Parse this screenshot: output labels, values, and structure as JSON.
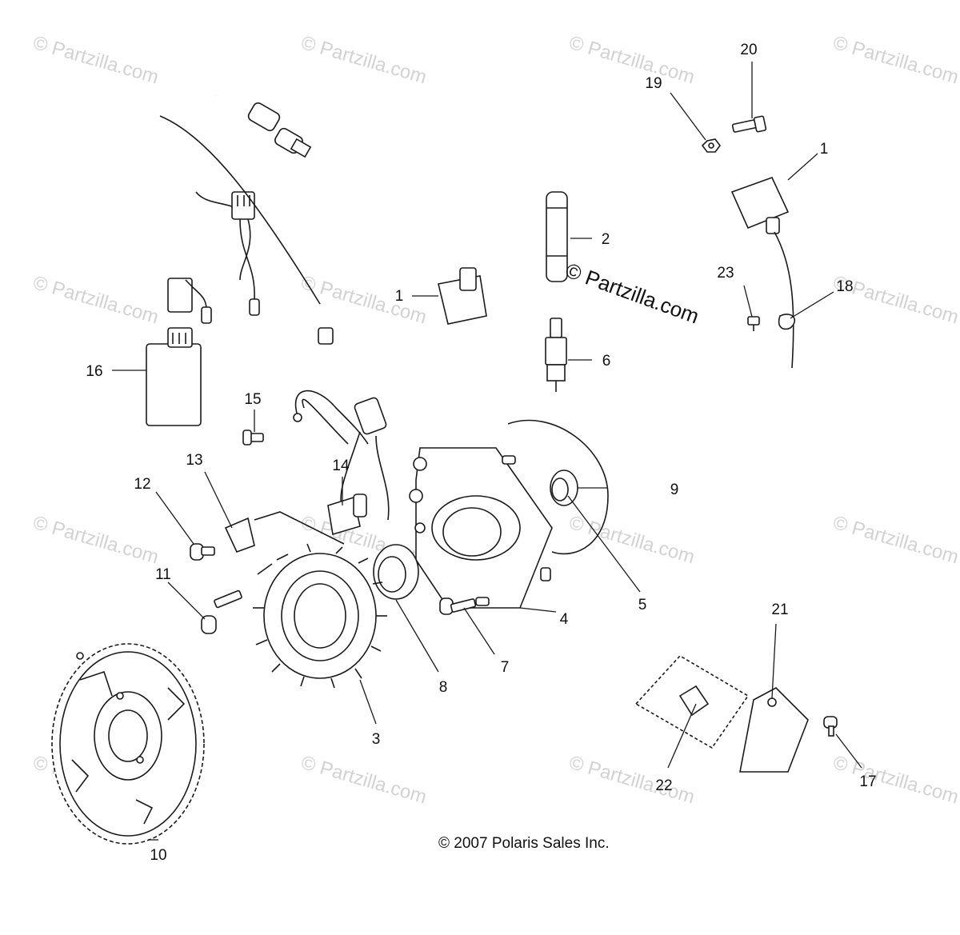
{
  "diagram": {
    "copyright": "© 2007 Polaris Sales Inc.",
    "stamp": "© Partzilla.com",
    "watermark": "© Partzilla.com",
    "callouts": [
      {
        "id": "c1a",
        "label": "1"
      },
      {
        "id": "c1b",
        "label": "1"
      },
      {
        "id": "c2",
        "label": "2"
      },
      {
        "id": "c3",
        "label": "3"
      },
      {
        "id": "c4",
        "label": "4"
      },
      {
        "id": "c5",
        "label": "5"
      },
      {
        "id": "c6",
        "label": "6"
      },
      {
        "id": "c7",
        "label": "7"
      },
      {
        "id": "c8",
        "label": "8"
      },
      {
        "id": "c9",
        "label": "9"
      },
      {
        "id": "c10",
        "label": "10"
      },
      {
        "id": "c11",
        "label": "11"
      },
      {
        "id": "c12",
        "label": "12"
      },
      {
        "id": "c13",
        "label": "13"
      },
      {
        "id": "c14",
        "label": "14"
      },
      {
        "id": "c15",
        "label": "15"
      },
      {
        "id": "c16",
        "label": "16"
      },
      {
        "id": "c17",
        "label": "17"
      },
      {
        "id": "c18",
        "label": "18"
      },
      {
        "id": "c19",
        "label": "19"
      },
      {
        "id": "c20",
        "label": "20"
      },
      {
        "id": "c21",
        "label": "21"
      },
      {
        "id": "c22",
        "label": "22"
      },
      {
        "id": "c23",
        "label": "23"
      }
    ]
  }
}
